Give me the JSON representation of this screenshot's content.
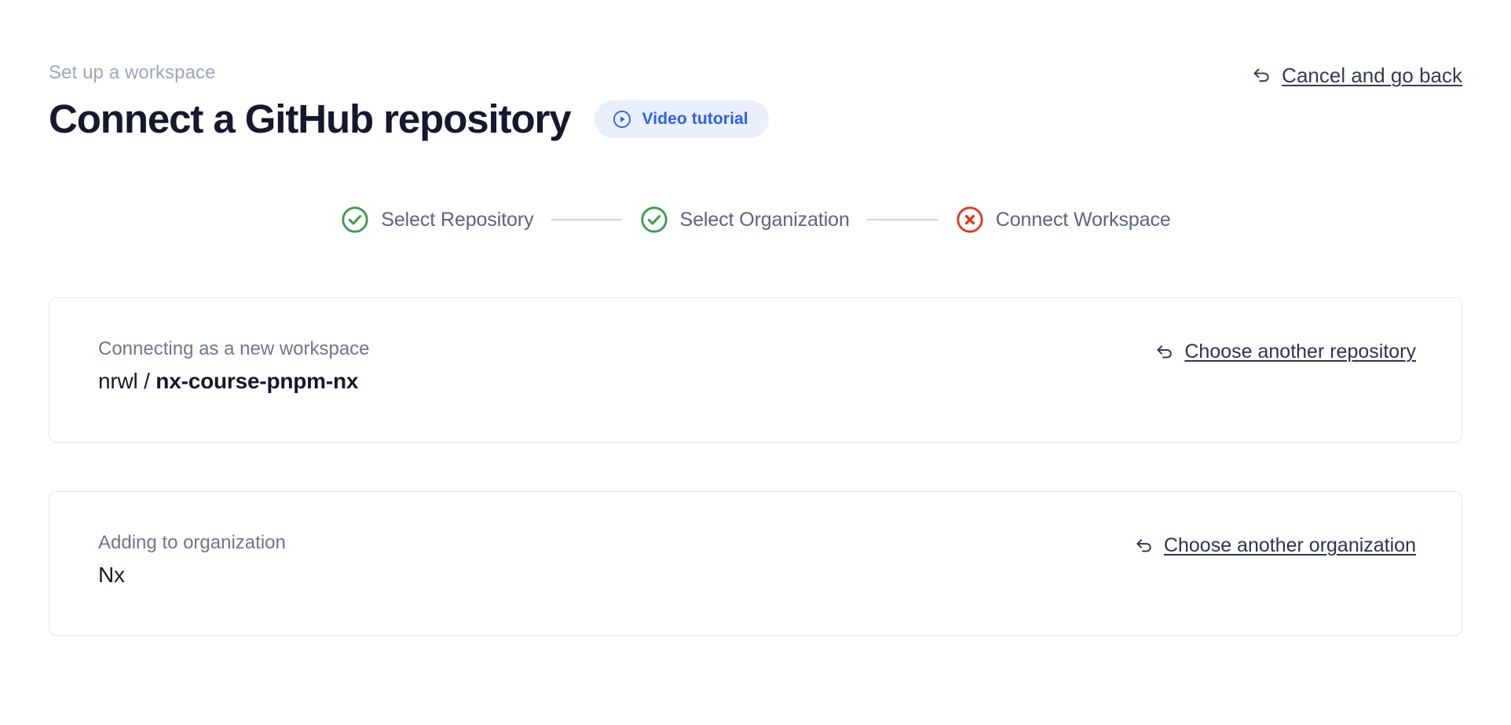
{
  "header": {
    "breadcrumb": "Set up a workspace",
    "title": "Connect a GitHub repository",
    "video_badge": {
      "label": "Video tutorial",
      "icon": "play-circle-icon",
      "text_color": "#2f5ee8",
      "bg_color": "#e9effd"
    },
    "cancel_link": {
      "label": "Cancel and go back",
      "icon": "arrow-uturn-left-icon"
    }
  },
  "stepper": {
    "steps": [
      {
        "label": "Select Repository",
        "status": "complete",
        "icon": "check-circle-icon",
        "color": "#3f9a52"
      },
      {
        "label": "Select Organization",
        "status": "complete",
        "icon": "check-circle-icon",
        "color": "#3f9a52"
      },
      {
        "label": "Connect Workspace",
        "status": "error",
        "icon": "x-circle-icon",
        "color": "#dc3a21"
      }
    ],
    "connector_color": "#ccd3e2",
    "label_color": "#5b6480"
  },
  "cards": [
    {
      "caption": "Connecting as a new workspace",
      "owner": "nrwl",
      "separator": " / ",
      "repo": "nx-course-pnpm-nx",
      "action": {
        "label": "Choose another repository",
        "icon": "arrow-uturn-left-icon"
      }
    },
    {
      "caption": "Adding to organization",
      "value": "Nx",
      "action": {
        "label": "Choose another organization",
        "icon": "arrow-uturn-left-icon"
      }
    }
  ],
  "colors": {
    "page_bg": "#ffffff",
    "title": "#16182e",
    "breadcrumb": "#9ca7bd",
    "card_border": "#e8eaf1",
    "link": "#2c3450",
    "accent_blue": "#2f5ee8",
    "success_green": "#3f9a52",
    "error_red": "#dc3a21"
  }
}
